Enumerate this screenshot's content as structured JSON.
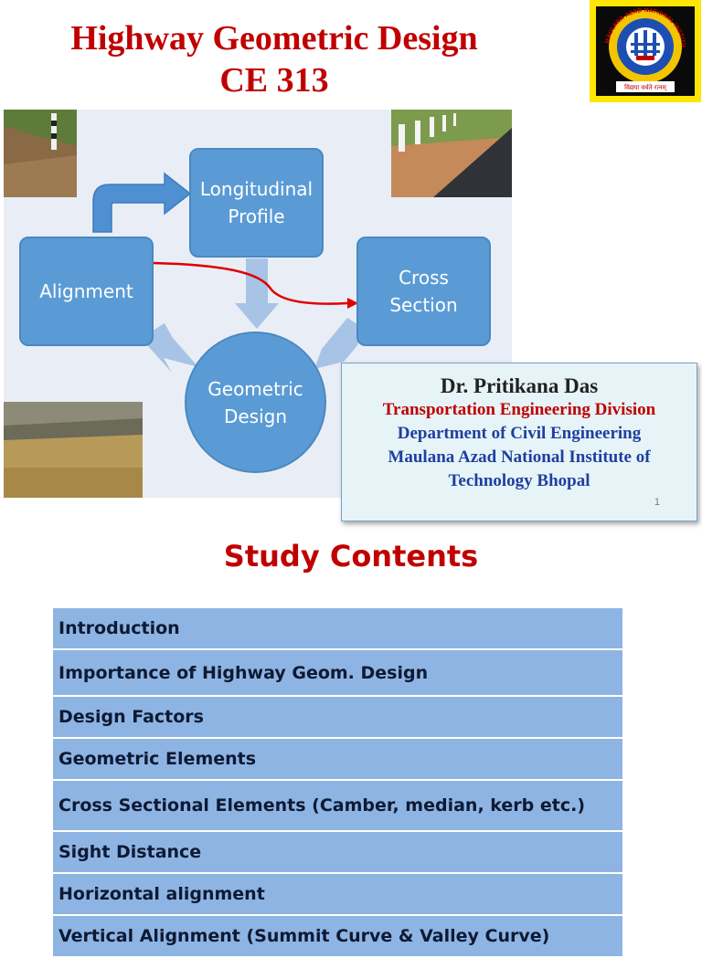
{
  "slide": {
    "title_line1": "Highway Geometric Design",
    "title_line2": "CE 313",
    "logo": {
      "icon": "institute-emblem",
      "ring_text": "MAULANA AZAD NATIONAL INSTITUTE OF TECHNOLOGY",
      "motto": "विद्यया वर्धते रत्नम्"
    },
    "diagram": {
      "alignment": "Alignment",
      "longitudinal_profile": "Longitudinal Profile",
      "cross_section": "Cross Section",
      "geometric_design": "Geometric Design"
    },
    "namecard": {
      "name": "Dr. Pritikana Das",
      "division": "Transportation Engineering Division",
      "department": "Department of Civil Engineering",
      "institute_line1": "Maulana Azad National Institute of",
      "institute_line2": "Technology Bhopal",
      "page_number": "1"
    }
  },
  "study": {
    "title": "Study Contents",
    "items": [
      "Introduction",
      "Importance of Highway Geom. Design",
      "Design Factors",
      "Geometric Elements",
      "Cross Sectional Elements (Camber, median, kerb etc.)",
      "Sight Distance",
      "Horizontal alignment",
      "Vertical Alignment (Summit Curve & Valley Curve)"
    ]
  },
  "colors": {
    "title_red": "#c00000",
    "box_blue": "#5b9bd5",
    "table_blue": "#8eb4e3",
    "dept_blue": "#1f3f9f",
    "logo_yellow": "#ffe600"
  }
}
